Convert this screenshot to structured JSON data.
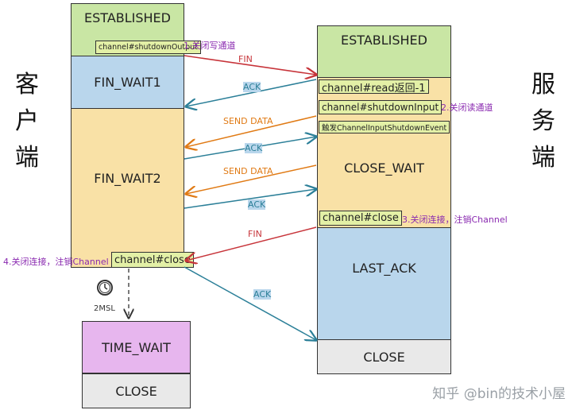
{
  "side_labels": {
    "client": [
      "客",
      "户",
      "端"
    ],
    "server": [
      "服",
      "务",
      "端"
    ]
  },
  "client": {
    "established": "ESTABLISHED",
    "fin_wait1": "FIN_WAIT1",
    "fin_wait2": "FIN_WAIT2",
    "time_wait": "TIME_WAIT",
    "close": "CLOSE",
    "tag_shutdown_output": "channel#shutdownOutput",
    "tag_close": "channel#close",
    "note_close_write": "1.关闭写通道",
    "note_close_conn": "4.关闭连接，注销Channel",
    "timer_label": "2MSL"
  },
  "server": {
    "established": "ESTABLISHED",
    "close_wait": "CLOSE_WAIT",
    "last_ack": "LAST_ACK",
    "close": "CLOSE",
    "tag_read": "channel#read返回-1",
    "tag_shutdown_input": "channel#shutdownInput",
    "tag_event": "触发ChannelInputShutdownEvent",
    "tag_close": "channel#close",
    "note_close_read": "2.关闭读通道",
    "note_close_conn": "3.关闭连接，注销Channel"
  },
  "messages": {
    "fin1": "FIN",
    "ack1": "ACK",
    "send_data1": "SEND DATA",
    "ack2": "ACK",
    "send_data2": "SEND DATA",
    "ack3": "ACK",
    "fin2": "FIN",
    "ack4": "ACK"
  },
  "colors": {
    "fin": "#c7343a",
    "ack": "#2b7f98",
    "data": "#e07a14",
    "note": "#8a2ab0"
  },
  "watermark": "知乎 @bin的技术小屋"
}
